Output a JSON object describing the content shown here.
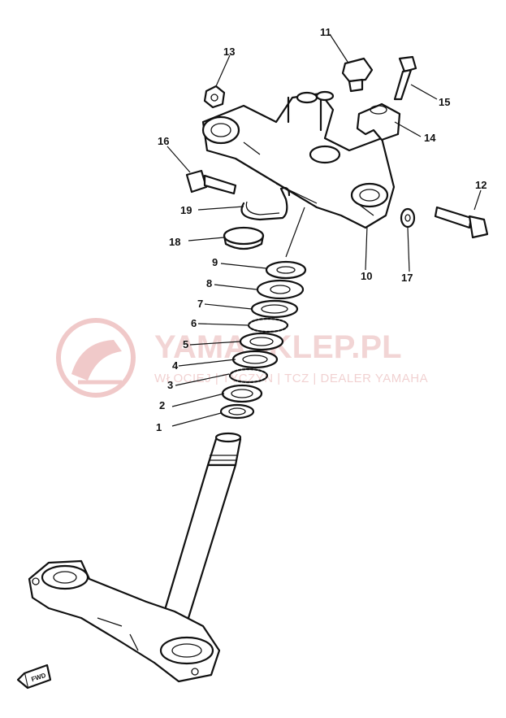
{
  "watermark": {
    "title": "YAMASKLEP.PL",
    "subtitle": "WŁOCIEJ | TYCZYN | TCZ | DEALER YAMAHA",
    "color": "#e8b4b4"
  },
  "direction_badge": "FWD",
  "callouts": [
    "1",
    "2",
    "3",
    "4",
    "5",
    "6",
    "7",
    "8",
    "9",
    "10",
    "11",
    "12",
    "13",
    "14",
    "15",
    "16",
    "17",
    "18",
    "19"
  ]
}
